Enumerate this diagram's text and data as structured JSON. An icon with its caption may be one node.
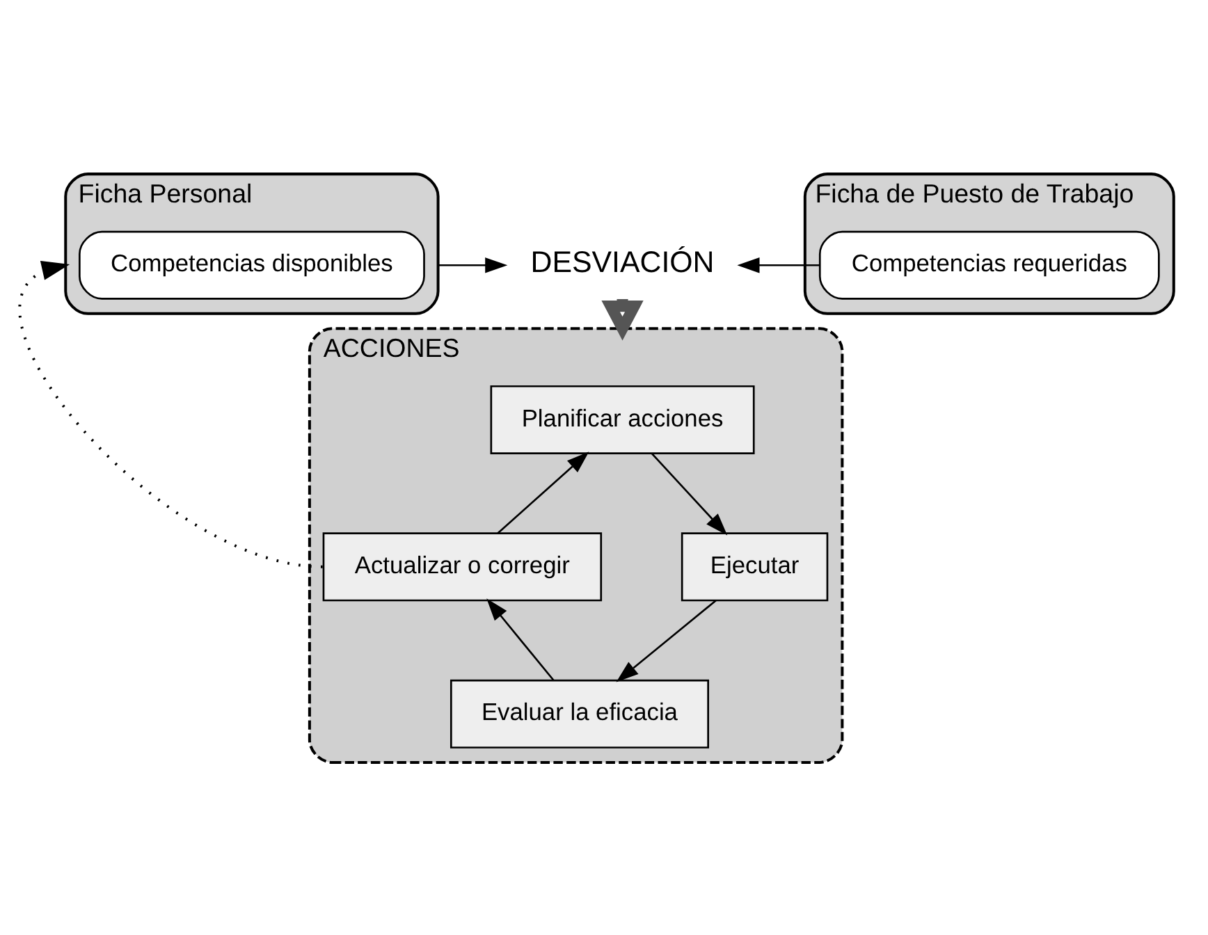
{
  "diagram": {
    "nodes": [
      {
        "text": [
          "Ficha Personal"
        ]
      },
      {
        "text": [
          "Competencias disponibles"
        ],
        "in": 0
      },
      {
        "text": [
          "Ficha de Puesto de Trabajo"
        ]
      },
      {
        "text": [
          "Competencias requeridas"
        ],
        "in": 2
      },
      {
        "text": [
          "DESVIACIÓN"
        ]
      },
      {
        "text": [
          "ACCIONES"
        ]
      },
      {
        "text": [
          "Planificar acciones"
        ],
        "in": 5
      },
      {
        "text": [
          "Ejecutar"
        ],
        "in": 5
      },
      {
        "text": [
          "Evaluar la eficacia"
        ],
        "in": 5
      },
      {
        "text": [
          "Actualizar o corregir"
        ],
        "in": 5
      }
    ],
    "edges": [
      {
        "from": 0,
        "to": 4,
        "arrow": "to"
      },
      {
        "from": 2,
        "to": 4,
        "arrow": "to"
      },
      {
        "from": 4,
        "to": 5,
        "arrow": "to",
        "style": "thick"
      },
      {
        "from": 6,
        "to": 7,
        "arrow": "to"
      },
      {
        "from": 7,
        "to": 8,
        "arrow": "to"
      },
      {
        "from": 8,
        "to": 9,
        "arrow": "to"
      },
      {
        "from": 9,
        "to": 6,
        "arrow": "to"
      },
      {
        "from": 9,
        "to": 0,
        "arrow": "to",
        "style": "dashed"
      }
    ]
  }
}
